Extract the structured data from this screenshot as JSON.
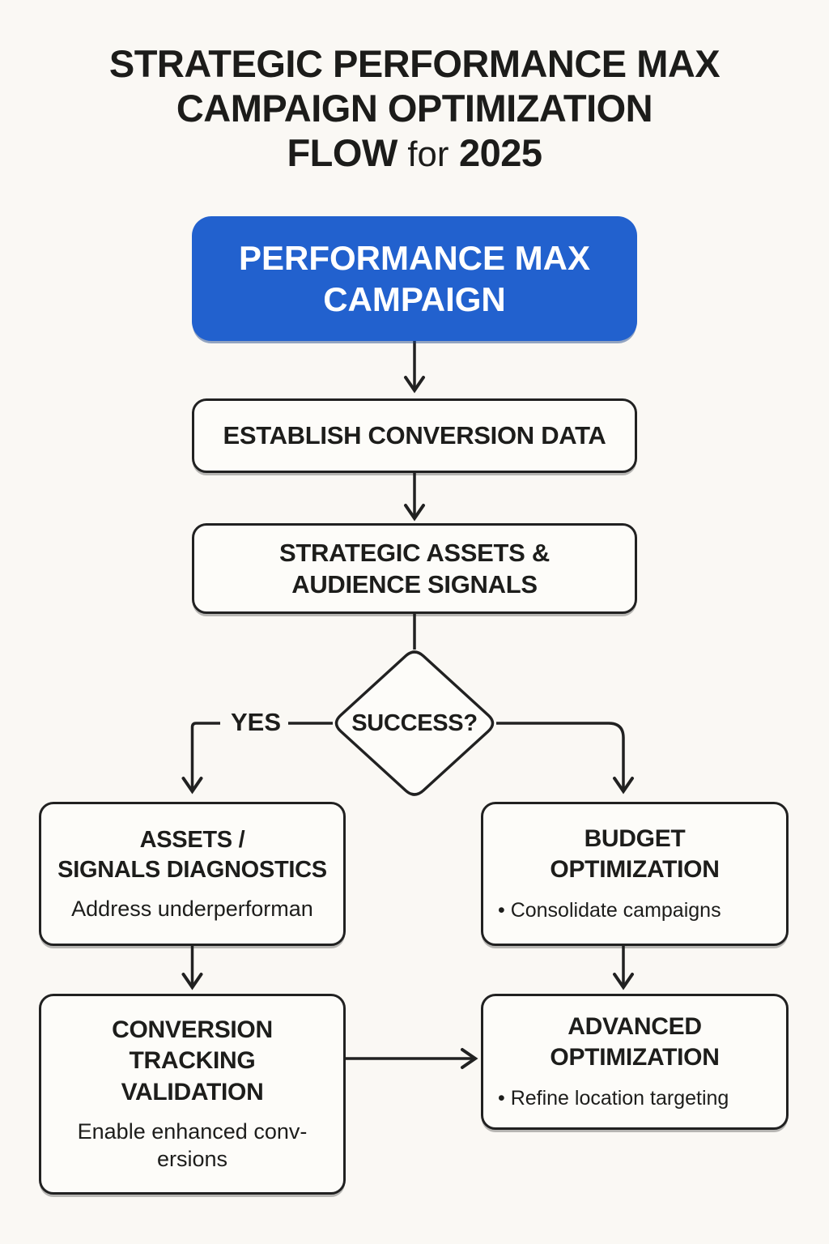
{
  "colors": {
    "background": "#FAF8F4",
    "ink": "#212121",
    "accent_blue": "#2261CE",
    "node_fill": "#FDFCF9",
    "start_node_text": "#FFFFFF"
  },
  "title": {
    "line1": "STRATEGIC PERFORMANCE MAX",
    "line2": "CAMPAIGN OPTIMIZATION",
    "line3_flow": "FLOW",
    "line3_for": "for",
    "line3_year": "2025"
  },
  "flow": {
    "start": {
      "line1": "PERFORMANCE MAX",
      "line2": "CAMPAIGN"
    },
    "establish": {
      "line1": "ESTABLISH CONVERSION DATA"
    },
    "strategic": {
      "line1": "STRATEGIC ASSETS &",
      "line2": "AUDIENCE SIGNALS"
    },
    "decision": {
      "label": "SUCCESS?",
      "yes_label": "YES"
    },
    "diagnostics": {
      "line1": "ASSETS /",
      "line2": "SIGNALS DIAGNOSTICS",
      "note": "Address underperforman"
    },
    "budget": {
      "line1": "BUDGET",
      "line2": "OPTIMIZATION",
      "bullet": "• Consolidate campaigns"
    },
    "tracking": {
      "line1": "CONVERSION",
      "line2": "TRACKING",
      "line3": "VALIDATION",
      "note_line1": "Enable enhanced conv-",
      "note_line2": "ersions"
    },
    "advanced": {
      "line1": "ADVANCED",
      "line2": "OPTIMIZATION",
      "bullet": "• Refine location targeting"
    }
  }
}
